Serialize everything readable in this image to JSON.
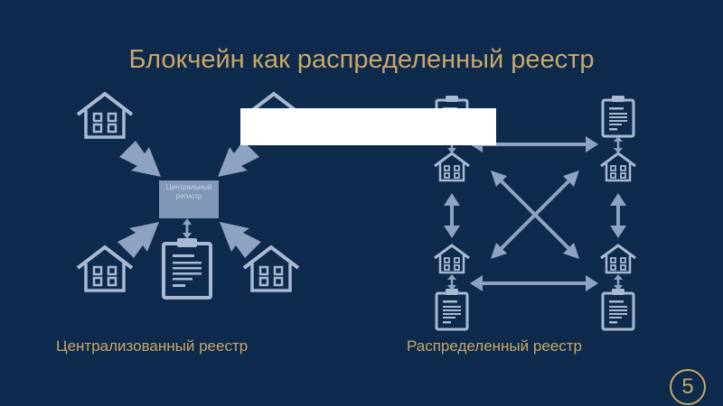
{
  "slide": {
    "title": "Блокчейн как распределенный реестр",
    "central_box_label": "Центральный регистр",
    "left_caption": "Централизованный реестр",
    "right_caption": "Распределенный реестр",
    "page_number": "5"
  },
  "colors": {
    "background": "#0e2a4c",
    "accent": "#c8a86a",
    "icon": "#a9bad3",
    "arrow": "#8ea3c2"
  }
}
